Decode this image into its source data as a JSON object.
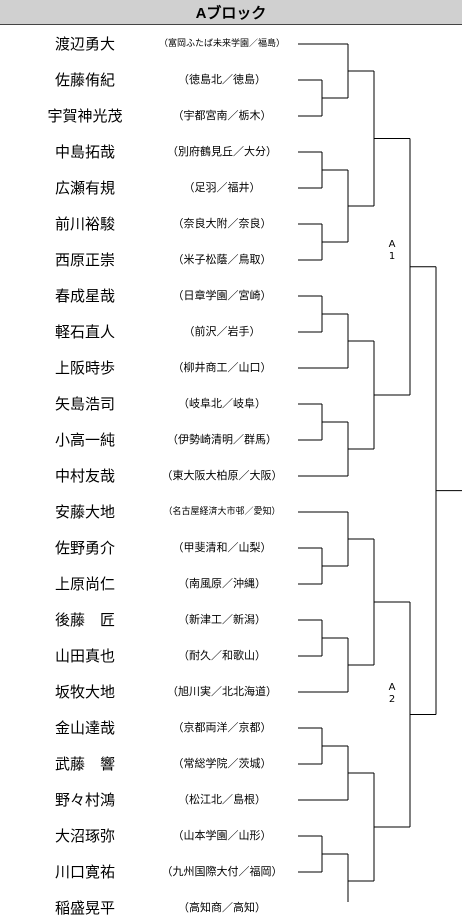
{
  "title": "Aブロック",
  "players": [
    {
      "name": "渡辺勇大",
      "school": "（富岡ふたば未来学園／福島）"
    },
    {
      "name": "佐藤侑紀",
      "school": "（徳島北／徳島）"
    },
    {
      "name": "宇賀神光茂",
      "school": "（宇都宮南／栃木）"
    },
    {
      "name": "中島拓哉",
      "school": "（別府鶴見丘／大分）"
    },
    {
      "name": "広瀬有規",
      "school": "（足羽／福井）"
    },
    {
      "name": "前川裕駿",
      "school": "（奈良大附／奈良）"
    },
    {
      "name": "西原正崇",
      "school": "（米子松蔭／鳥取）"
    },
    {
      "name": "春成星哉",
      "school": "（日章学園／宮崎）"
    },
    {
      "name": "軽石直人",
      "school": "（前沢／岩手）"
    },
    {
      "name": "上阪時歩",
      "school": "（柳井商工／山口）"
    },
    {
      "name": "矢島浩司",
      "school": "（岐阜北／岐阜）"
    },
    {
      "name": "小高一純",
      "school": "（伊勢崎清明／群馬）"
    },
    {
      "name": "中村友哉",
      "school": "（東大阪大柏原／大阪）"
    },
    {
      "name": "安藤大地",
      "school": "（名古屋経済大市邨／愛知）"
    },
    {
      "name": "佐野勇介",
      "school": "（甲斐清和／山梨）"
    },
    {
      "name": "上原尚仁",
      "school": "（南風原／沖縄）"
    },
    {
      "name": "後藤　匠",
      "school": "（新津工／新潟）"
    },
    {
      "name": "山田真也",
      "school": "（耐久／和歌山）"
    },
    {
      "name": "坂牧大地",
      "school": "（旭川実／北北海道）"
    },
    {
      "name": "金山達哉",
      "school": "（京都両洋／京都）"
    },
    {
      "name": "武藤　響",
      "school": "（常総学院／茨城）"
    },
    {
      "name": "野々村鴻",
      "school": "（松江北／島根）"
    },
    {
      "name": "大沼琢弥",
      "school": "（山本学園／山形）"
    },
    {
      "name": "川口寛祐",
      "school": "（九州国際大付／福岡）"
    },
    {
      "name": "稲盛晃平",
      "school": "（高知商／高知）"
    }
  ],
  "slots": [
    {
      "letter": "A",
      "number": "1"
    },
    {
      "letter": "A",
      "number": "2"
    }
  ]
}
